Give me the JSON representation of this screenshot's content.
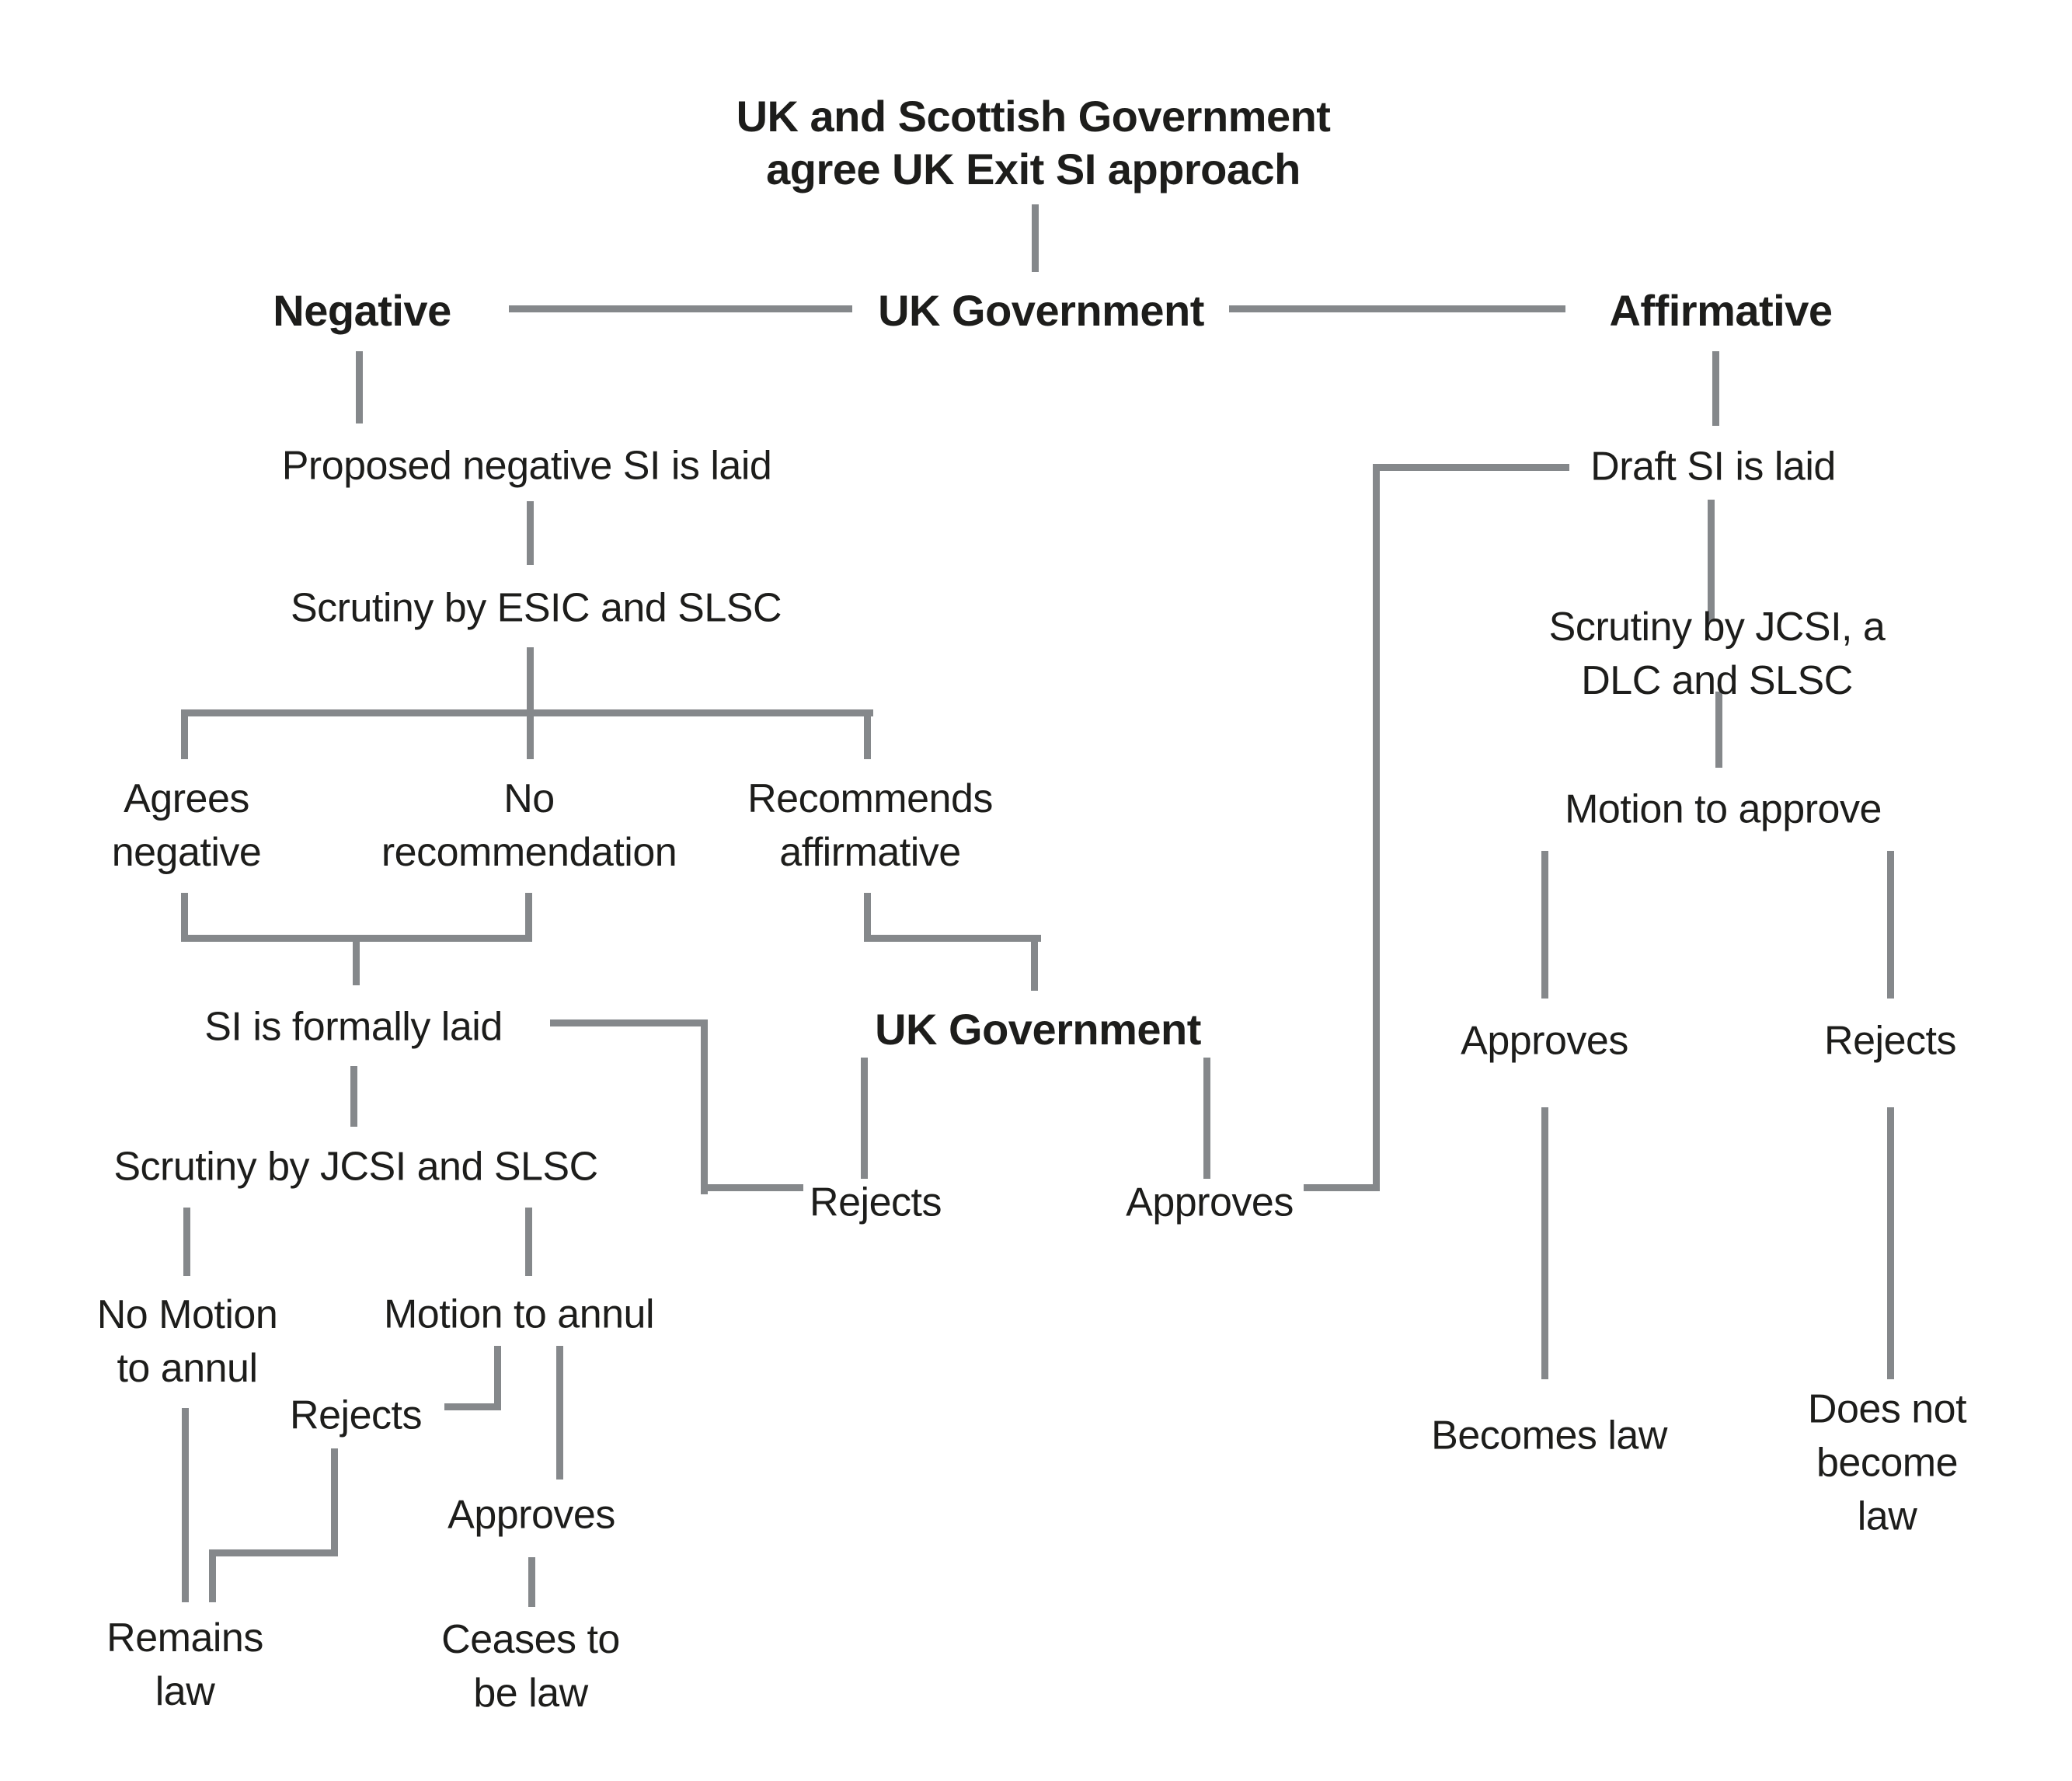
{
  "colors": {
    "background": "#FFFFFF",
    "line": "#85888B",
    "text": "#1D1D1B"
  },
  "diagram": {
    "nodes": {
      "title": "UK and Scottish Government\nagree UK Exit SI approach",
      "negative": "Negative",
      "uk_gov_top": "UK Government",
      "affirmative": "Affirmative",
      "proposed_si": "Proposed negative SI is laid",
      "scrutiny_esic": "Scrutiny by ESIC and SLSC",
      "agrees_negative": "Agrees\nnegative",
      "no_recommendation": "No\nrecommendation",
      "recommends_affirmative": "Recommends\naffirmative",
      "si_formally_laid": "SI is formally laid",
      "uk_gov_mid": "UK Government",
      "rejects_mid": "Rejects",
      "approves_mid": "Approves",
      "scrutiny_jcsi_slsc": "Scrutiny by JCSI and SLSC",
      "no_motion_to_annul": "No Motion\nto annul",
      "motion_to_annul": "Motion to annul",
      "rejects_left": "Rejects",
      "approves_left": "Approves",
      "remains_law": "Remains\nlaw",
      "ceases_to_be_law": "Ceases to\nbe law",
      "draft_si": "Draft SI is laid",
      "scrutiny_jcsi_dlc": "Scrutiny by JCSI, a DLC and SLSC",
      "motion_to_approve": "Motion to approve",
      "approves_right": "Approves",
      "rejects_right": "Rejects",
      "becomes_law": "Becomes law",
      "does_not_become_law": "Does not\nbecome law"
    },
    "edges": [
      {
        "from": "title",
        "to": "uk_gov_top"
      },
      {
        "from": "uk_gov_top",
        "to": "negative"
      },
      {
        "from": "uk_gov_top",
        "to": "affirmative"
      },
      {
        "from": "negative",
        "to": "proposed_si"
      },
      {
        "from": "proposed_si",
        "to": "scrutiny_esic"
      },
      {
        "from": "scrutiny_esic",
        "to": "agrees_negative"
      },
      {
        "from": "scrutiny_esic",
        "to": "no_recommendation"
      },
      {
        "from": "scrutiny_esic",
        "to": "recommends_affirmative"
      },
      {
        "from": "agrees_negative",
        "to": "si_formally_laid"
      },
      {
        "from": "no_recommendation",
        "to": "si_formally_laid"
      },
      {
        "from": "recommends_affirmative",
        "to": "uk_gov_mid"
      },
      {
        "from": "uk_gov_mid",
        "to": "rejects_mid"
      },
      {
        "from": "uk_gov_mid",
        "to": "approves_mid"
      },
      {
        "from": "rejects_mid",
        "to": "si_formally_laid"
      },
      {
        "from": "approves_mid",
        "to": "draft_si"
      },
      {
        "from": "si_formally_laid",
        "to": "scrutiny_jcsi_slsc"
      },
      {
        "from": "scrutiny_jcsi_slsc",
        "to": "no_motion_to_annul"
      },
      {
        "from": "scrutiny_jcsi_slsc",
        "to": "motion_to_annul"
      },
      {
        "from": "motion_to_annul",
        "to": "rejects_left"
      },
      {
        "from": "motion_to_annul",
        "to": "approves_left"
      },
      {
        "from": "rejects_left",
        "to": "remains_law"
      },
      {
        "from": "no_motion_to_annul",
        "to": "remains_law"
      },
      {
        "from": "approves_left",
        "to": "ceases_to_be_law"
      },
      {
        "from": "affirmative",
        "to": "draft_si"
      },
      {
        "from": "draft_si",
        "to": "scrutiny_jcsi_dlc"
      },
      {
        "from": "scrutiny_jcsi_dlc",
        "to": "motion_to_approve"
      },
      {
        "from": "motion_to_approve",
        "to": "approves_right"
      },
      {
        "from": "motion_to_approve",
        "to": "rejects_right"
      },
      {
        "from": "approves_right",
        "to": "becomes_law"
      },
      {
        "from": "rejects_right",
        "to": "does_not_become_law"
      }
    ]
  }
}
